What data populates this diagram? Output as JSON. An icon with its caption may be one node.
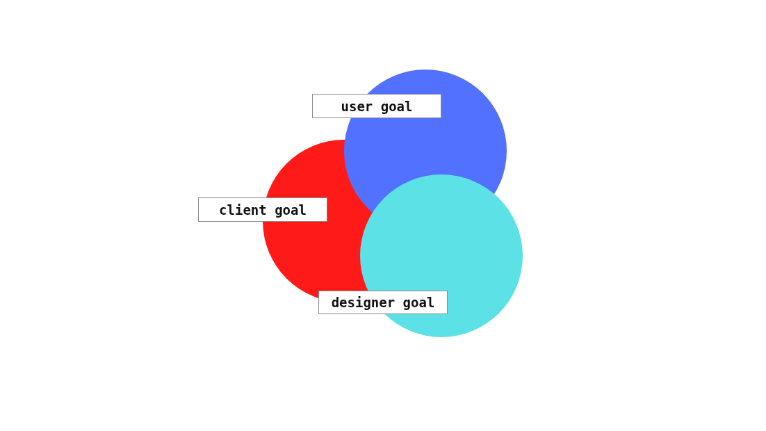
{
  "diagram": {
    "nodes": [
      {
        "text": [
          "user goal"
        ]
      },
      {
        "text": [
          "client goal"
        ]
      },
      {
        "text": [
          "designer goal"
        ]
      }
    ]
  }
}
